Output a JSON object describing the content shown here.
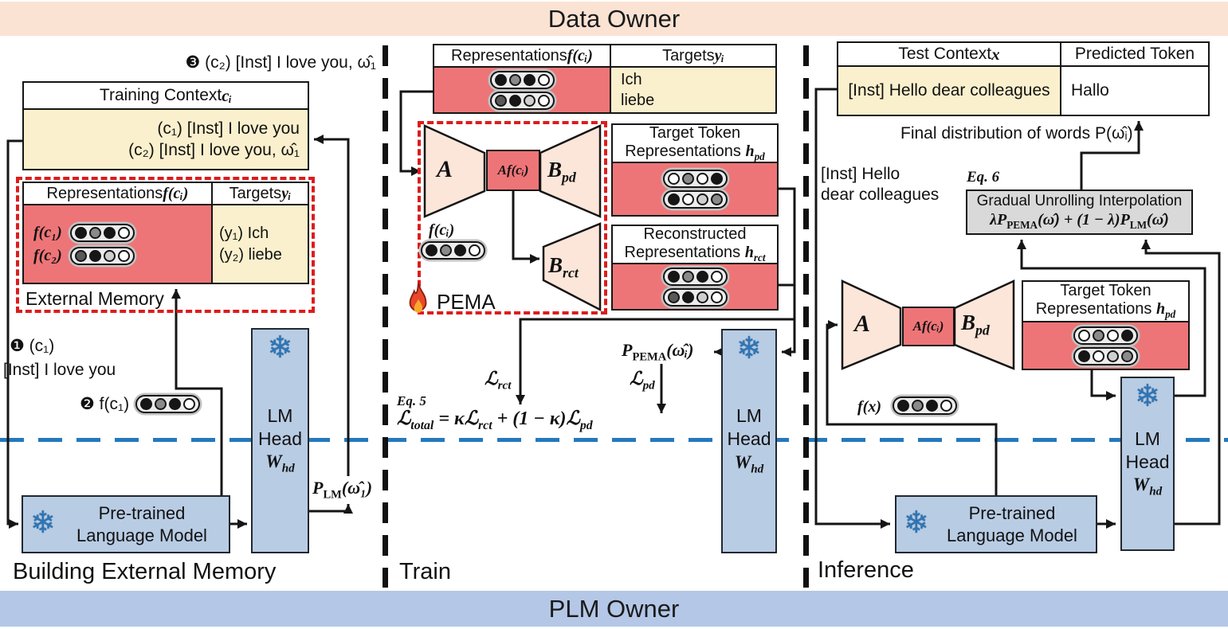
{
  "colors": {
    "peach_banner": "#fbe3d4",
    "blue_banner": "#b4c7e7",
    "box_blue": "#b8cce4",
    "cell_red": "#ee7577",
    "cell_yellow": "#fbf0cd",
    "trapezoid": "#fce6d9",
    "gray_box": "#d9d9d9",
    "red_dashed": "#dd1c1c",
    "blue_dashed": "#2479bd",
    "wire": "#151515",
    "snowflake": "#2e75b6"
  },
  "icons": {
    "snowflake": "❄"
  },
  "banners": {
    "top": "Data Owner",
    "bottom": "PLM Owner"
  },
  "left": {
    "label": "Building External Memory",
    "step3": "❸ (c₂) [Inst] I love you, ω̂₁",
    "context_table": {
      "header_text": "Training Context ",
      "header_var": "cᵢ",
      "rows": [
        "(c₁) [Inst] I love you",
        "(c₂) [Inst] I love you, ω̂₁"
      ]
    },
    "memory": {
      "box_label": "External Memory",
      "rep_header_text": "Representations ",
      "rep_header_var": "f(cᵢ)",
      "tgt_header_text": "Targets ",
      "tgt_header_var": "yᵢ",
      "rows": [
        {
          "label": "f(c₁)",
          "dots": [
            "black",
            "gray",
            "black",
            "white"
          ],
          "target": "(y₁) Ich"
        },
        {
          "label": "f(c₂)",
          "dots": [
            "darkgray",
            "black",
            "lightgray",
            "white"
          ],
          "target": "(y₂) liebe"
        }
      ]
    },
    "step1_line1": "❶ (c₁)",
    "step1_line2": "[Inst] I love you",
    "step2_label": "❷ f(c₁)",
    "step2_dots": [
      "black",
      "gray",
      "black",
      "white"
    ],
    "plm": {
      "line1": "Pre-trained",
      "line2": "Language Model"
    },
    "lm_head": {
      "line1": "LM",
      "line2": "Head",
      "var": "W",
      "sub": "hd"
    },
    "p_lm": {
      "base": "P",
      "sub": "LM",
      "rest": "(ω̂₁)"
    }
  },
  "middle": {
    "label": "Train",
    "table": {
      "rep_header_text": "Representations ",
      "rep_header_var": "f(cᵢ)",
      "tgt_header_text": "Targets ",
      "tgt_header_var": "yᵢ",
      "rep_dots": [
        [
          "black",
          "gray",
          "black",
          "white"
        ],
        [
          "darkgray",
          "black",
          "lightgray",
          "white"
        ]
      ],
      "tgt_rows": [
        "Ich",
        "liebe"
      ]
    },
    "adapter": {
      "a": "A",
      "af": "Af(cᵢ)",
      "b_pd_base": "B",
      "b_pd_sub": "pd",
      "b_rct_base": "B",
      "b_rct_sub": "rct"
    },
    "fci_label": "f(cᵢ)",
    "fci_dots": [
      "black",
      "gray",
      "black",
      "white"
    ],
    "pema_label": "PEMA",
    "hpd": {
      "line1": "Target Token",
      "line2": "Representations ",
      "var": "h",
      "sub": "pd",
      "dots": [
        [
          "white",
          "gray",
          "white",
          "black"
        ],
        [
          "black",
          "white",
          "lightgray",
          "gray"
        ]
      ]
    },
    "hrct": {
      "line1": "Reconstructed",
      "line2": "Representations ",
      "var": "h",
      "sub": "rct",
      "dots": [
        [
          "black",
          "gray",
          "black",
          "white"
        ],
        [
          "darkgray",
          "black",
          "lightgray",
          "white"
        ]
      ]
    },
    "p_pema": {
      "base": "P",
      "sub": "PEMA",
      "rest": "(ω̂ᵢ)"
    },
    "loss_rct": {
      "base": "ℒ",
      "sub": "rct"
    },
    "loss_pd": {
      "base": "ℒ",
      "sub": "pd"
    },
    "eq5": {
      "tag": "Eq. 5",
      "p1": "ℒ",
      "s1": "total",
      "p2": " = κℒ",
      "s2": "rct",
      "p3": " + (1 − κ)ℒ",
      "s3": "pd"
    },
    "lm_head": {
      "line1": "LM",
      "line2": "Head",
      "var": "W",
      "sub": "hd"
    }
  },
  "right": {
    "label": "Inference",
    "table": {
      "ctx_header_text": "Test Context ",
      "ctx_header_var": "x",
      "pred_header": "Predicted Token",
      "ctx_value": "[Inst] Hello dear colleagues",
      "pred_value": "Hallo"
    },
    "final_dist": "Final distribution of words P(ω̂ᵢ)",
    "input_line1": "[Inst] Hello",
    "input_line2": "dear colleagues",
    "eq6_tag": "Eq. 6",
    "gu_box": {
      "line1": "Gradual Unrolling Interpolation",
      "p1": "λP",
      "s1": "PEMA",
      "p2": "(ω̂) + (1 − λ)P",
      "s2": "LM",
      "p3": "(ω̂)"
    },
    "adapter": {
      "a": "A",
      "af": "Af(cᵢ)",
      "b_pd_base": "B",
      "b_pd_sub": "pd"
    },
    "fx_label": "f(x)",
    "fx_dots": [
      "black",
      "gray",
      "black",
      "white"
    ],
    "hpd": {
      "line1": "Target Token",
      "line2": "Representations ",
      "var": "h",
      "sub": "pd",
      "dots": [
        [
          "white",
          "gray",
          "white",
          "black"
        ],
        [
          "black",
          "white",
          "lightgray",
          "gray"
        ]
      ]
    },
    "plm": {
      "line1": "Pre-trained",
      "line2": "Language Model"
    },
    "lm_head": {
      "line1": "LM",
      "line2": "Head",
      "var": "W",
      "sub": "hd"
    }
  }
}
